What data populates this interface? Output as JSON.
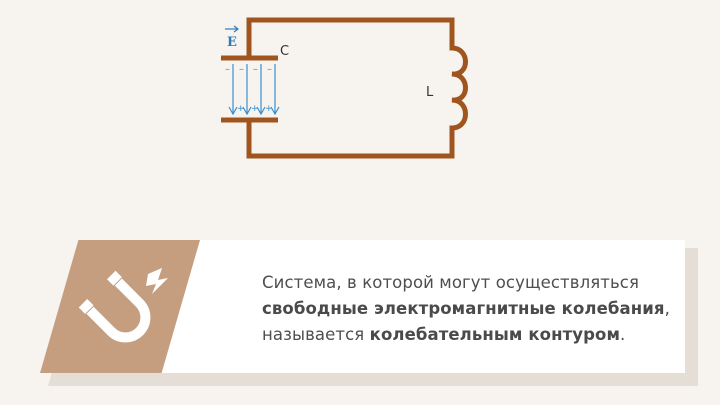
{
  "diagram": {
    "capacitor_label": "C",
    "inductor_label": "L",
    "field_label": "E",
    "minus_sign": "–",
    "plus_sign": "+",
    "wire_color": "#a0541e",
    "field_color": "#3a8fd0"
  },
  "banner": {
    "icon": "magnet-icon",
    "accent_color": "#c59e7f",
    "text_1": "Система, в которой могут осуществляться ",
    "bold_1": "свободные электромагнитные колебания",
    "text_2": ", называется ",
    "bold_2": "колебательным контуром",
    "text_3": "."
  }
}
